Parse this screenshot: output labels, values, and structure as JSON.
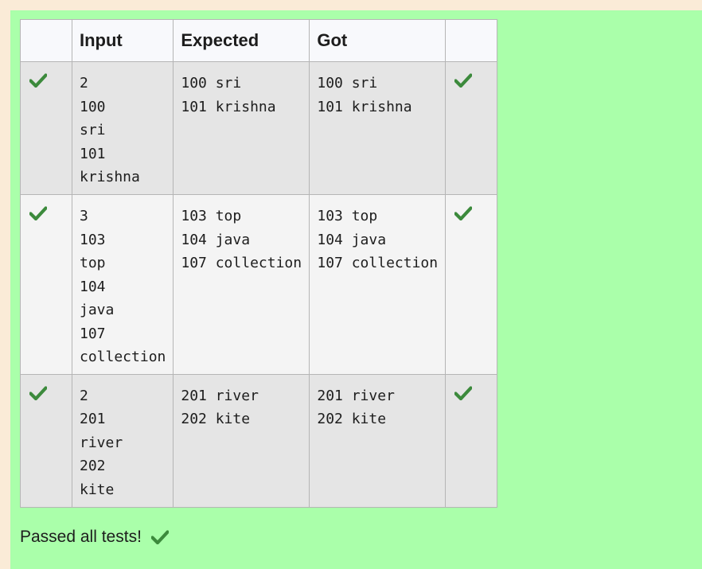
{
  "table": {
    "headers": [
      "",
      "Input",
      "Expected",
      "Got",
      ""
    ],
    "rows": [
      {
        "passed": true,
        "input": "2\n100\nsri\n101\nkrishna",
        "expected": "100 sri\n101 krishna",
        "got": "100 sri\n101 krishna"
      },
      {
        "passed": true,
        "input": "3\n103\ntop\n104\njava\n107\ncollection",
        "expected": "103 top\n104 java\n107 collection",
        "got": "103 top\n104 java\n107 collection"
      },
      {
        "passed": true,
        "input": "2\n201\nriver\n202\nkite",
        "expected": "201 river\n202 kite",
        "got": "201 river\n202 kite"
      }
    ]
  },
  "summary": {
    "text": "Passed all tests!",
    "icon": "check-icon"
  },
  "colors": {
    "pass_background": "#aaffaa",
    "outer_background": "#faebd7",
    "check_color": "#3c8a3c",
    "row_odd": "#e5e5e5",
    "row_even": "#f4f4f4",
    "header_background": "#f8f9fc"
  }
}
